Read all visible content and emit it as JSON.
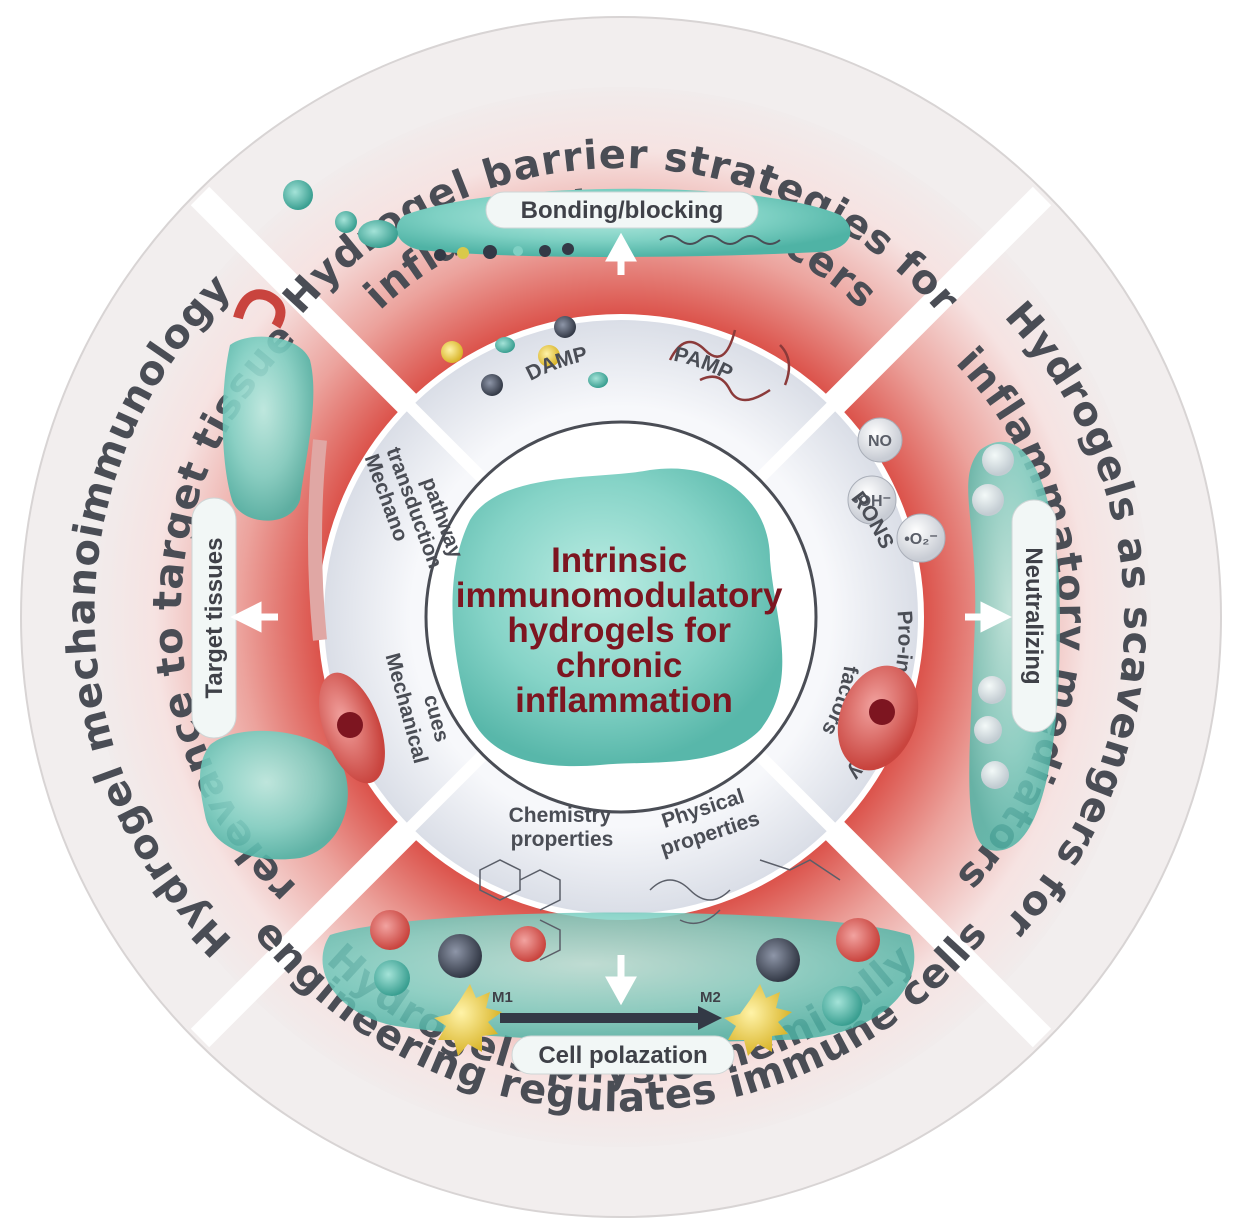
{
  "center": {
    "lines": [
      "Intrinsic",
      "immunomodulatory",
      "hydrogels for",
      "chronic",
      "inflammation"
    ]
  },
  "outer_titles": {
    "top": [
      "Hydrogel barrier strategies for",
      "inflammatory inducers"
    ],
    "right": [
      "Hydrogels as scavengers for",
      "inflammatory mediators"
    ],
    "bottom": [
      "Hydrogels physiochemically",
      "engineering regulates immune cells"
    ],
    "left": [
      "Hydrogel mechanoimmunology",
      "relevance to target tissue"
    ]
  },
  "pills": {
    "top": "Bonding/blocking",
    "right": "Neutralizing",
    "bottom": "Cell polazation",
    "left": "Target tissues"
  },
  "inner_labels": {
    "damp": "DAMP",
    "pamp": "PAMP",
    "rons": "RONS",
    "pro_inflammatory": [
      "Pro-inflammatory",
      "factors"
    ],
    "chemistry": [
      "Chemistry",
      "properties"
    ],
    "physical": [
      "Physical",
      "properties"
    ],
    "mechano": [
      "Mechano",
      "transduction",
      "pathway"
    ],
    "mechanical_cues": [
      "Mechanical",
      "cues"
    ],
    "m1": "M1",
    "m2": "M2"
  },
  "chemicals": {
    "no": "NO",
    "oh": "•OH⁻",
    "o2": "•O₂⁻"
  },
  "colors": {
    "outer_ring": "#f3e6e6",
    "mid_red": "#d9534a",
    "inner_ring": "#eef0f4",
    "hydrogel": "#7fd1c4",
    "center_text": "#7d1520",
    "title_text": "#4a4d55"
  }
}
